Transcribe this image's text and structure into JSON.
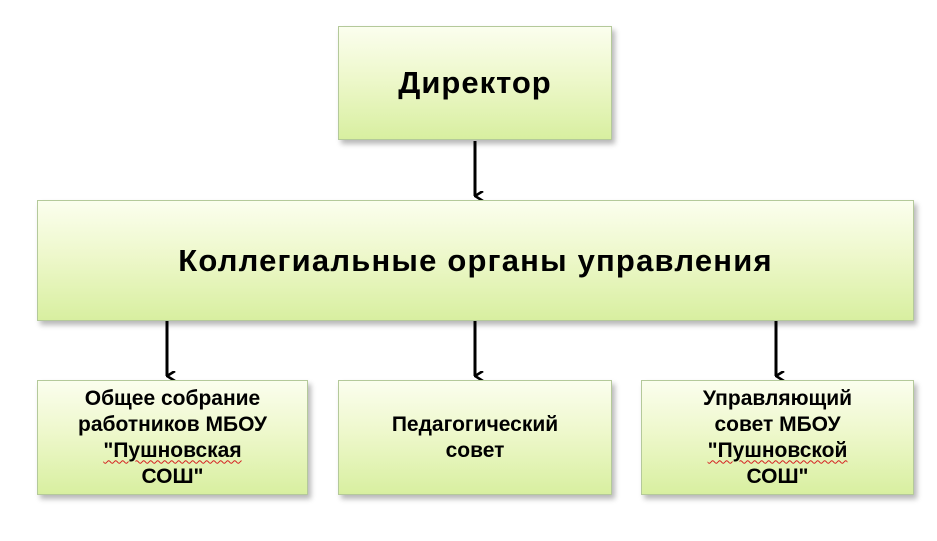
{
  "nodes": {
    "director": {
      "label": "Директор"
    },
    "collegial": {
      "label": "Коллегиальные органы управления"
    },
    "general_meeting": {
      "lines": [
        "Общее собрание",
        "работников МБОУ"
      ],
      "line3": "\"Пушновская",
      "line4": "СОШ\""
    },
    "pedagogical_council": {
      "lines": [
        "Педагогический",
        "совет"
      ]
    },
    "managing_council": {
      "lines": [
        "Управляющий",
        "совет МБОУ"
      ],
      "line3": "\"Пушновской",
      "line4": "СОШ\""
    }
  },
  "edges": [
    {
      "from": "Директор",
      "to": "Коллегиальные органы управления"
    },
    {
      "from": "Коллегиальные органы управления",
      "to": "Общее собрание работников МБОУ \"Пушновская СОШ\""
    },
    {
      "from": "Коллегиальные органы управления",
      "to": "Педагогический совет"
    },
    {
      "from": "Коллегиальные органы управления",
      "to": "Управляющий совет МБОУ \"Пушновской СОШ\""
    }
  ],
  "colors": {
    "box_top": "#fbfeee",
    "box_bottom": "#d8efa0",
    "box_border": "#b4c99a",
    "arrow": "#000000"
  }
}
